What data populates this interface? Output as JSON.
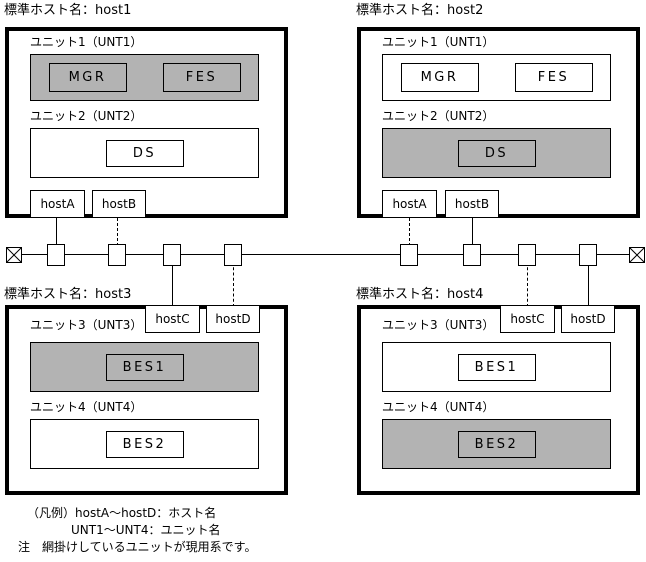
{
  "diagram": {
    "title_prefix": "標準ホスト名：",
    "shade_color": "#b3b3b3",
    "line_color": "#000000",
    "background": "#ffffff"
  },
  "hosts": [
    {
      "id": "host1",
      "title": "標準ホスト名：host1",
      "units": [
        {
          "caption": "ユニット1（UNT1）",
          "active": true,
          "processes": [
            "MGR",
            "FES"
          ]
        },
        {
          "caption": "ユニット2（UNT2）",
          "active": false,
          "processes": [
            "DS"
          ]
        }
      ],
      "nics": [
        {
          "label": "hostA",
          "lead": "solid"
        },
        {
          "label": "hostB",
          "lead": "dashed"
        }
      ]
    },
    {
      "id": "host2",
      "title": "標準ホスト名：host2",
      "units": [
        {
          "caption": "ユニット1（UNT1）",
          "active": false,
          "processes": [
            "MGR",
            "FES"
          ]
        },
        {
          "caption": "ユニット2（UNT2）",
          "active": true,
          "processes": [
            "DS"
          ]
        }
      ],
      "nics": [
        {
          "label": "hostA",
          "lead": "dashed"
        },
        {
          "label": "hostB",
          "lead": "solid"
        }
      ]
    },
    {
      "id": "host3",
      "title": "標準ホスト名：host3",
      "units": [
        {
          "caption": "ユニット3（UNT3）",
          "active": true,
          "processes": [
            "BES1"
          ]
        },
        {
          "caption": "ユニット4（UNT4）",
          "active": false,
          "processes": [
            "BES2"
          ]
        }
      ],
      "nics": [
        {
          "label": "hostC",
          "lead": "solid"
        },
        {
          "label": "hostD",
          "lead": "dashed"
        }
      ]
    },
    {
      "id": "host4",
      "title": "標準ホスト名：host4",
      "units": [
        {
          "caption": "ユニット3（UNT3）",
          "active": false,
          "processes": [
            "BES1"
          ]
        },
        {
          "caption": "ユニット4（UNT4）",
          "active": true,
          "processes": [
            "BES2"
          ]
        }
      ],
      "nics": [
        {
          "label": "hostC",
          "lead": "dashed"
        },
        {
          "label": "hostD",
          "lead": "solid"
        }
      ]
    }
  ],
  "network": {
    "left_terminator": "bus-terminator-icon",
    "right_terminator": "bus-terminator-icon",
    "node_count": 8
  },
  "legend": {
    "line1": "（凡例）hostA〜hostD：ホスト名",
    "line2": "UNT1〜UNT4：ユニット名",
    "line3": "注　網掛けしているユニットが現用系です。"
  }
}
